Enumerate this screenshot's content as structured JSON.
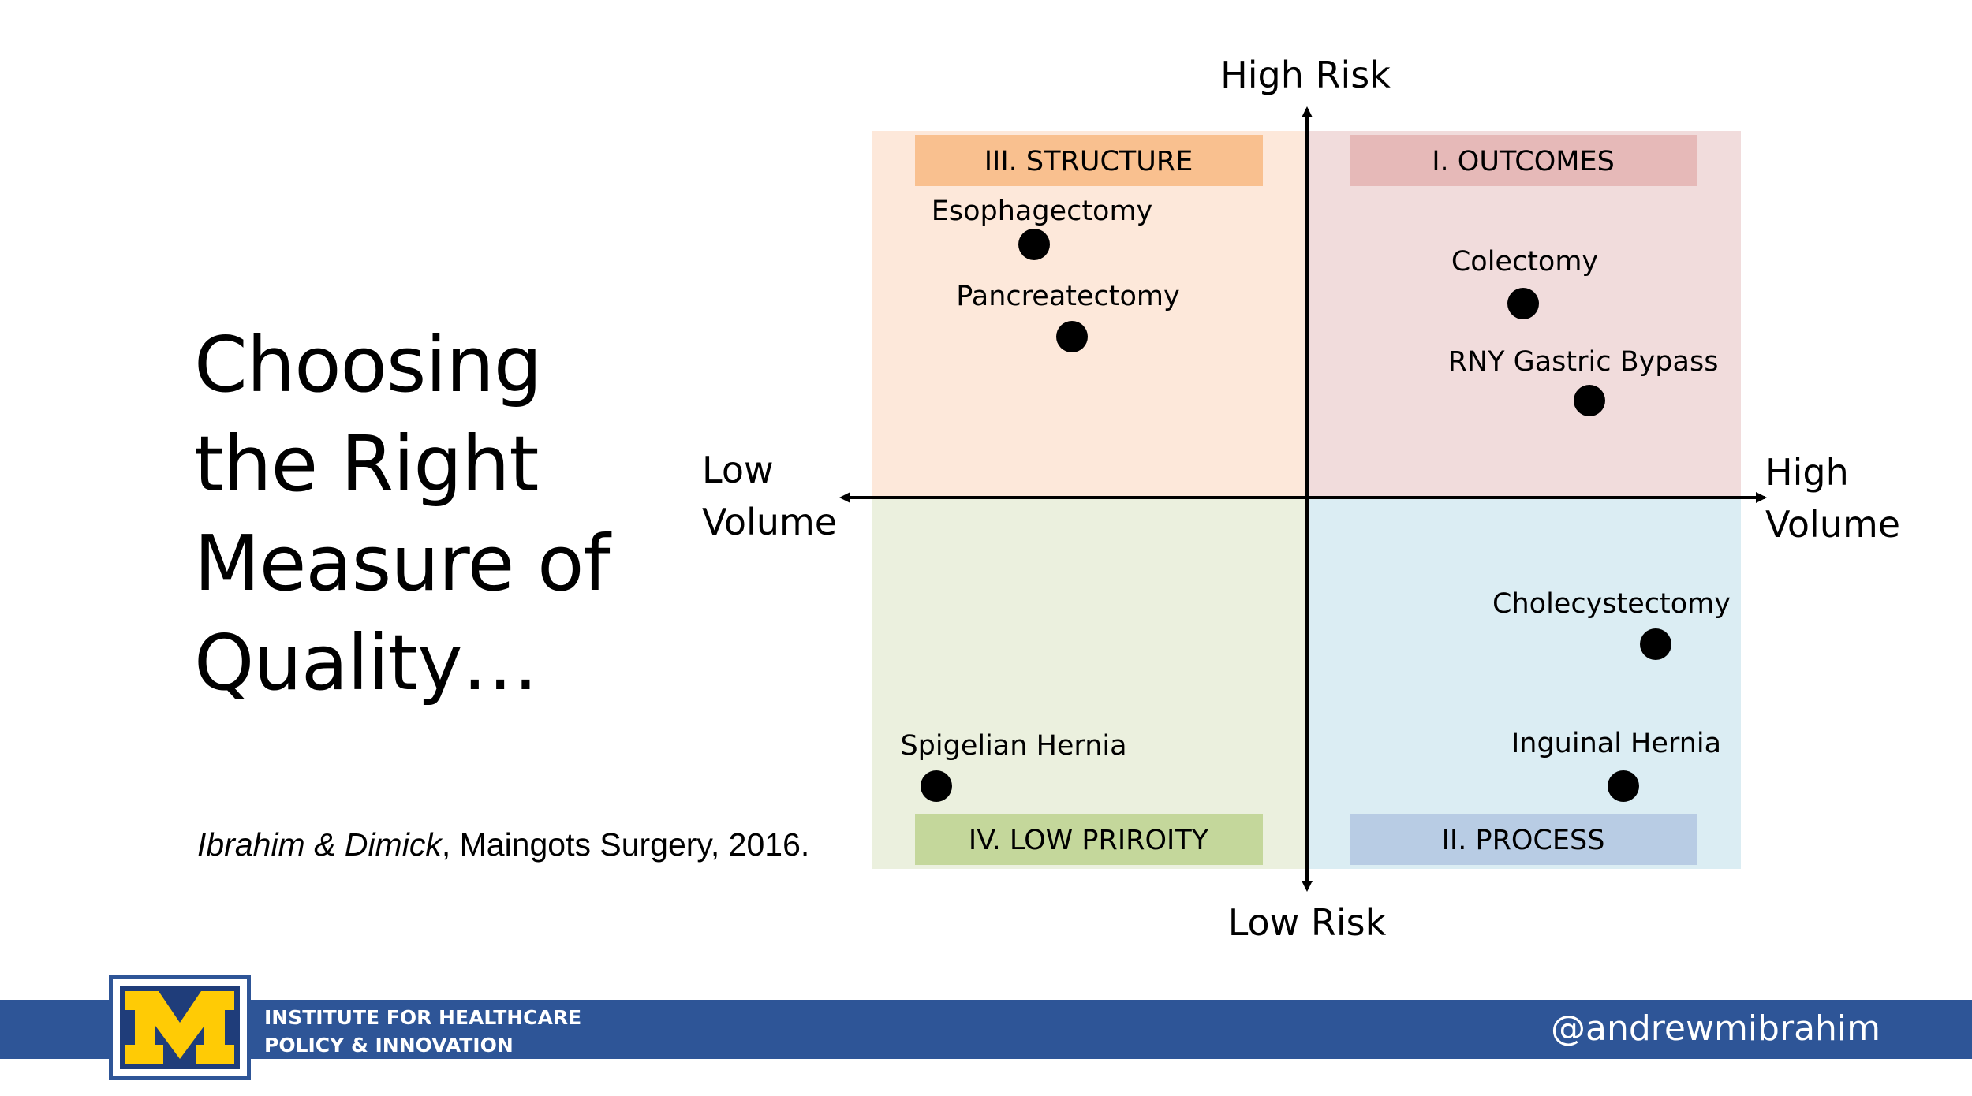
{
  "title": {
    "line1": "Choosing",
    "line2": "the Right",
    "line3": "Measure of",
    "line4": "Quality…"
  },
  "citation": {
    "authors": "Ibrahim & Dimick",
    "rest": ", Maingots Surgery, 2016."
  },
  "axes": {
    "top": "High Risk",
    "bottom": "Low Risk",
    "left_line1": "Low",
    "left_line2": "Volume",
    "right_line1": "High",
    "right_line2": "Volume"
  },
  "quadrants": {
    "structure": "III. STRUCTURE",
    "outcomes": "I. OUTCOMES",
    "low_priority": "IV. LOW PRIROITY",
    "process": "II. PROCESS"
  },
  "procedures": {
    "esophagectomy": "Esophagectomy",
    "pancreatectomy": "Pancreatectomy",
    "colectomy": "Colectomy",
    "rny": "RNY Gastric Bypass",
    "cholecystectomy": "Cholecystectomy",
    "inguinal": "Inguinal Hernia",
    "spigelian": "Spigelian Hernia"
  },
  "colors": {
    "structure_bg": "#fde8da",
    "structure_label": "#f9c08f",
    "outcomes_bg": "#f1dcdc",
    "outcomes_label": "#e6b9b8",
    "low_bg": "#ebf0de",
    "low_label": "#c4d79b",
    "process_bg": "#dbedf3",
    "process_label": "#b8cce4",
    "footer": "#2e5597",
    "logo_yellow": "#ffcb05"
  },
  "footer": {
    "logo_letter": "M",
    "institute_line1": "INSTITUTE FOR HEALTHCARE",
    "institute_line2": "POLICY & INNOVATION",
    "handle": "@andrewmibrahim"
  }
}
